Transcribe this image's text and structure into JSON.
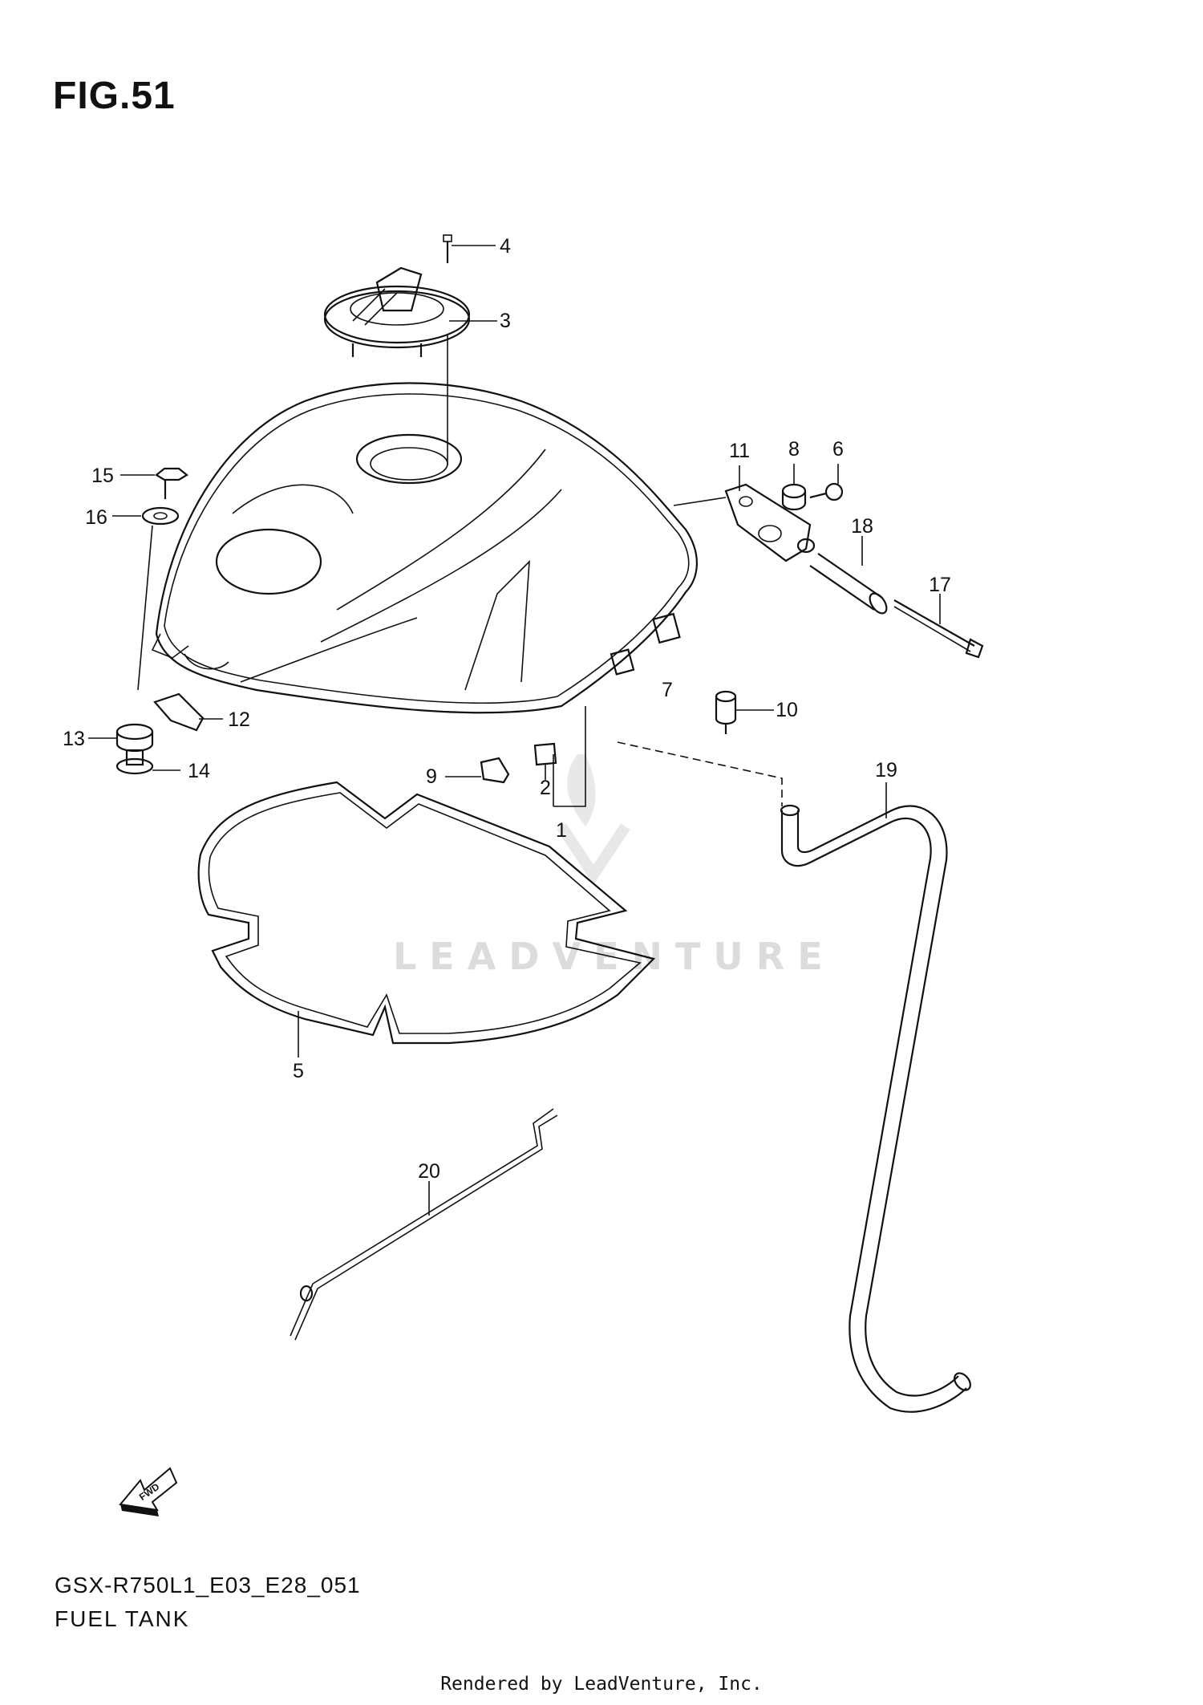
{
  "figure": {
    "title": "FIG.51",
    "model_code": "GSX-R750L1_E03_E28_051",
    "name": "FUEL TANK",
    "watermark": "LEADVENTURE",
    "credit": "Rendered by LeadVenture, Inc.",
    "fwd_label": "FWD"
  },
  "callouts": [
    "1",
    "2",
    "3",
    "4",
    "5",
    "6",
    "7",
    "8",
    "9",
    "10",
    "11",
    "12",
    "13",
    "14",
    "15",
    "16",
    "17",
    "18",
    "19",
    "20"
  ]
}
